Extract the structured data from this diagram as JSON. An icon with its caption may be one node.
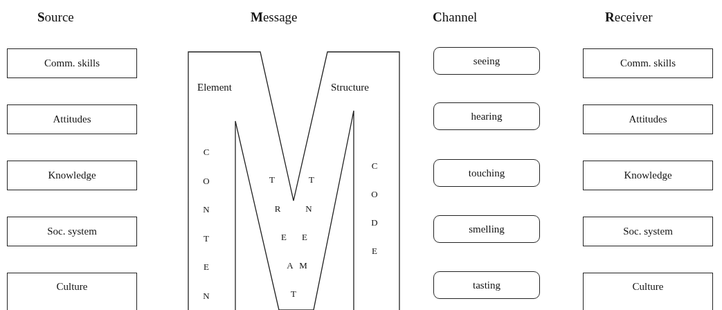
{
  "diagram": {
    "nodes": [
      {
        "text": [
          "Comm. skills"
        ]
      },
      {
        "text": [
          "Attitudes"
        ]
      },
      {
        "text": [
          "Knowledge"
        ]
      },
      {
        "text": [
          "Soc. system"
        ]
      },
      {
        "text": [
          "Culture"
        ]
      },
      {
        "text": [
          "Element",
          "Structure",
          "CONTEN",
          "TREATMENT",
          "CODE"
        ]
      },
      {
        "text": [
          "seeing"
        ]
      },
      {
        "text": [
          "hearing"
        ]
      },
      {
        "text": [
          "touching"
        ]
      },
      {
        "text": [
          "smelling"
        ]
      },
      {
        "text": [
          "tasting"
        ]
      },
      {
        "text": [
          "Comm. skills"
        ]
      },
      {
        "text": [
          "Attitudes"
        ]
      },
      {
        "text": [
          "Knowledge"
        ]
      },
      {
        "text": [
          "Soc. system"
        ]
      },
      {
        "text": [
          "Culture"
        ]
      }
    ],
    "edges": [],
    "labels": [
      "**S**ource",
      "**M**essage",
      "**C**hannel",
      "**R**eceiver"
    ]
  }
}
